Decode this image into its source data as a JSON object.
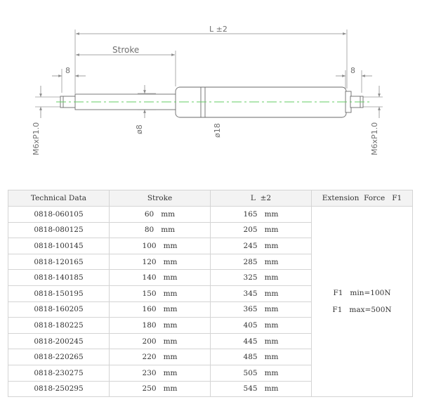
{
  "drawing": {
    "length_label": "L ±2",
    "stroke_label": "Stroke",
    "end_left_dim": "8",
    "end_right_dim": "8",
    "rod_diameter": "ø8",
    "tube_diameter": "ø18",
    "thread_left": "M6xP1.0",
    "thread_right": "M6xP1.0",
    "centerline_color": "#66cc66"
  },
  "table": {
    "headers": [
      "Technical Data",
      "Stroke",
      "L  ±2",
      "Extension  Force   F1"
    ],
    "rows": [
      [
        "0818-060105",
        "60   mm",
        "165   mm"
      ],
      [
        "0818-080125",
        "80   mm",
        "205   mm"
      ],
      [
        "0818-100145",
        "100   mm",
        "245   mm"
      ],
      [
        "0818-120165",
        "120   mm",
        "285   mm"
      ],
      [
        "0818-140185",
        "140   mm",
        "325   mm"
      ],
      [
        "0818-150195",
        "150   mm",
        "345   mm"
      ],
      [
        "0818-160205",
        "160   mm",
        "365   mm"
      ],
      [
        "0818-180225",
        "180   mm",
        "405   mm"
      ],
      [
        "0818-200245",
        "200   mm",
        "445   mm"
      ],
      [
        "0818-220265",
        "220   mm",
        "485   mm"
      ],
      [
        "0818-230275",
        "230   mm",
        "505   mm"
      ],
      [
        "0818-250295",
        "250   mm",
        "545   mm"
      ]
    ],
    "force_min": "F1   min=100N",
    "force_max": "F1   max=500N"
  }
}
